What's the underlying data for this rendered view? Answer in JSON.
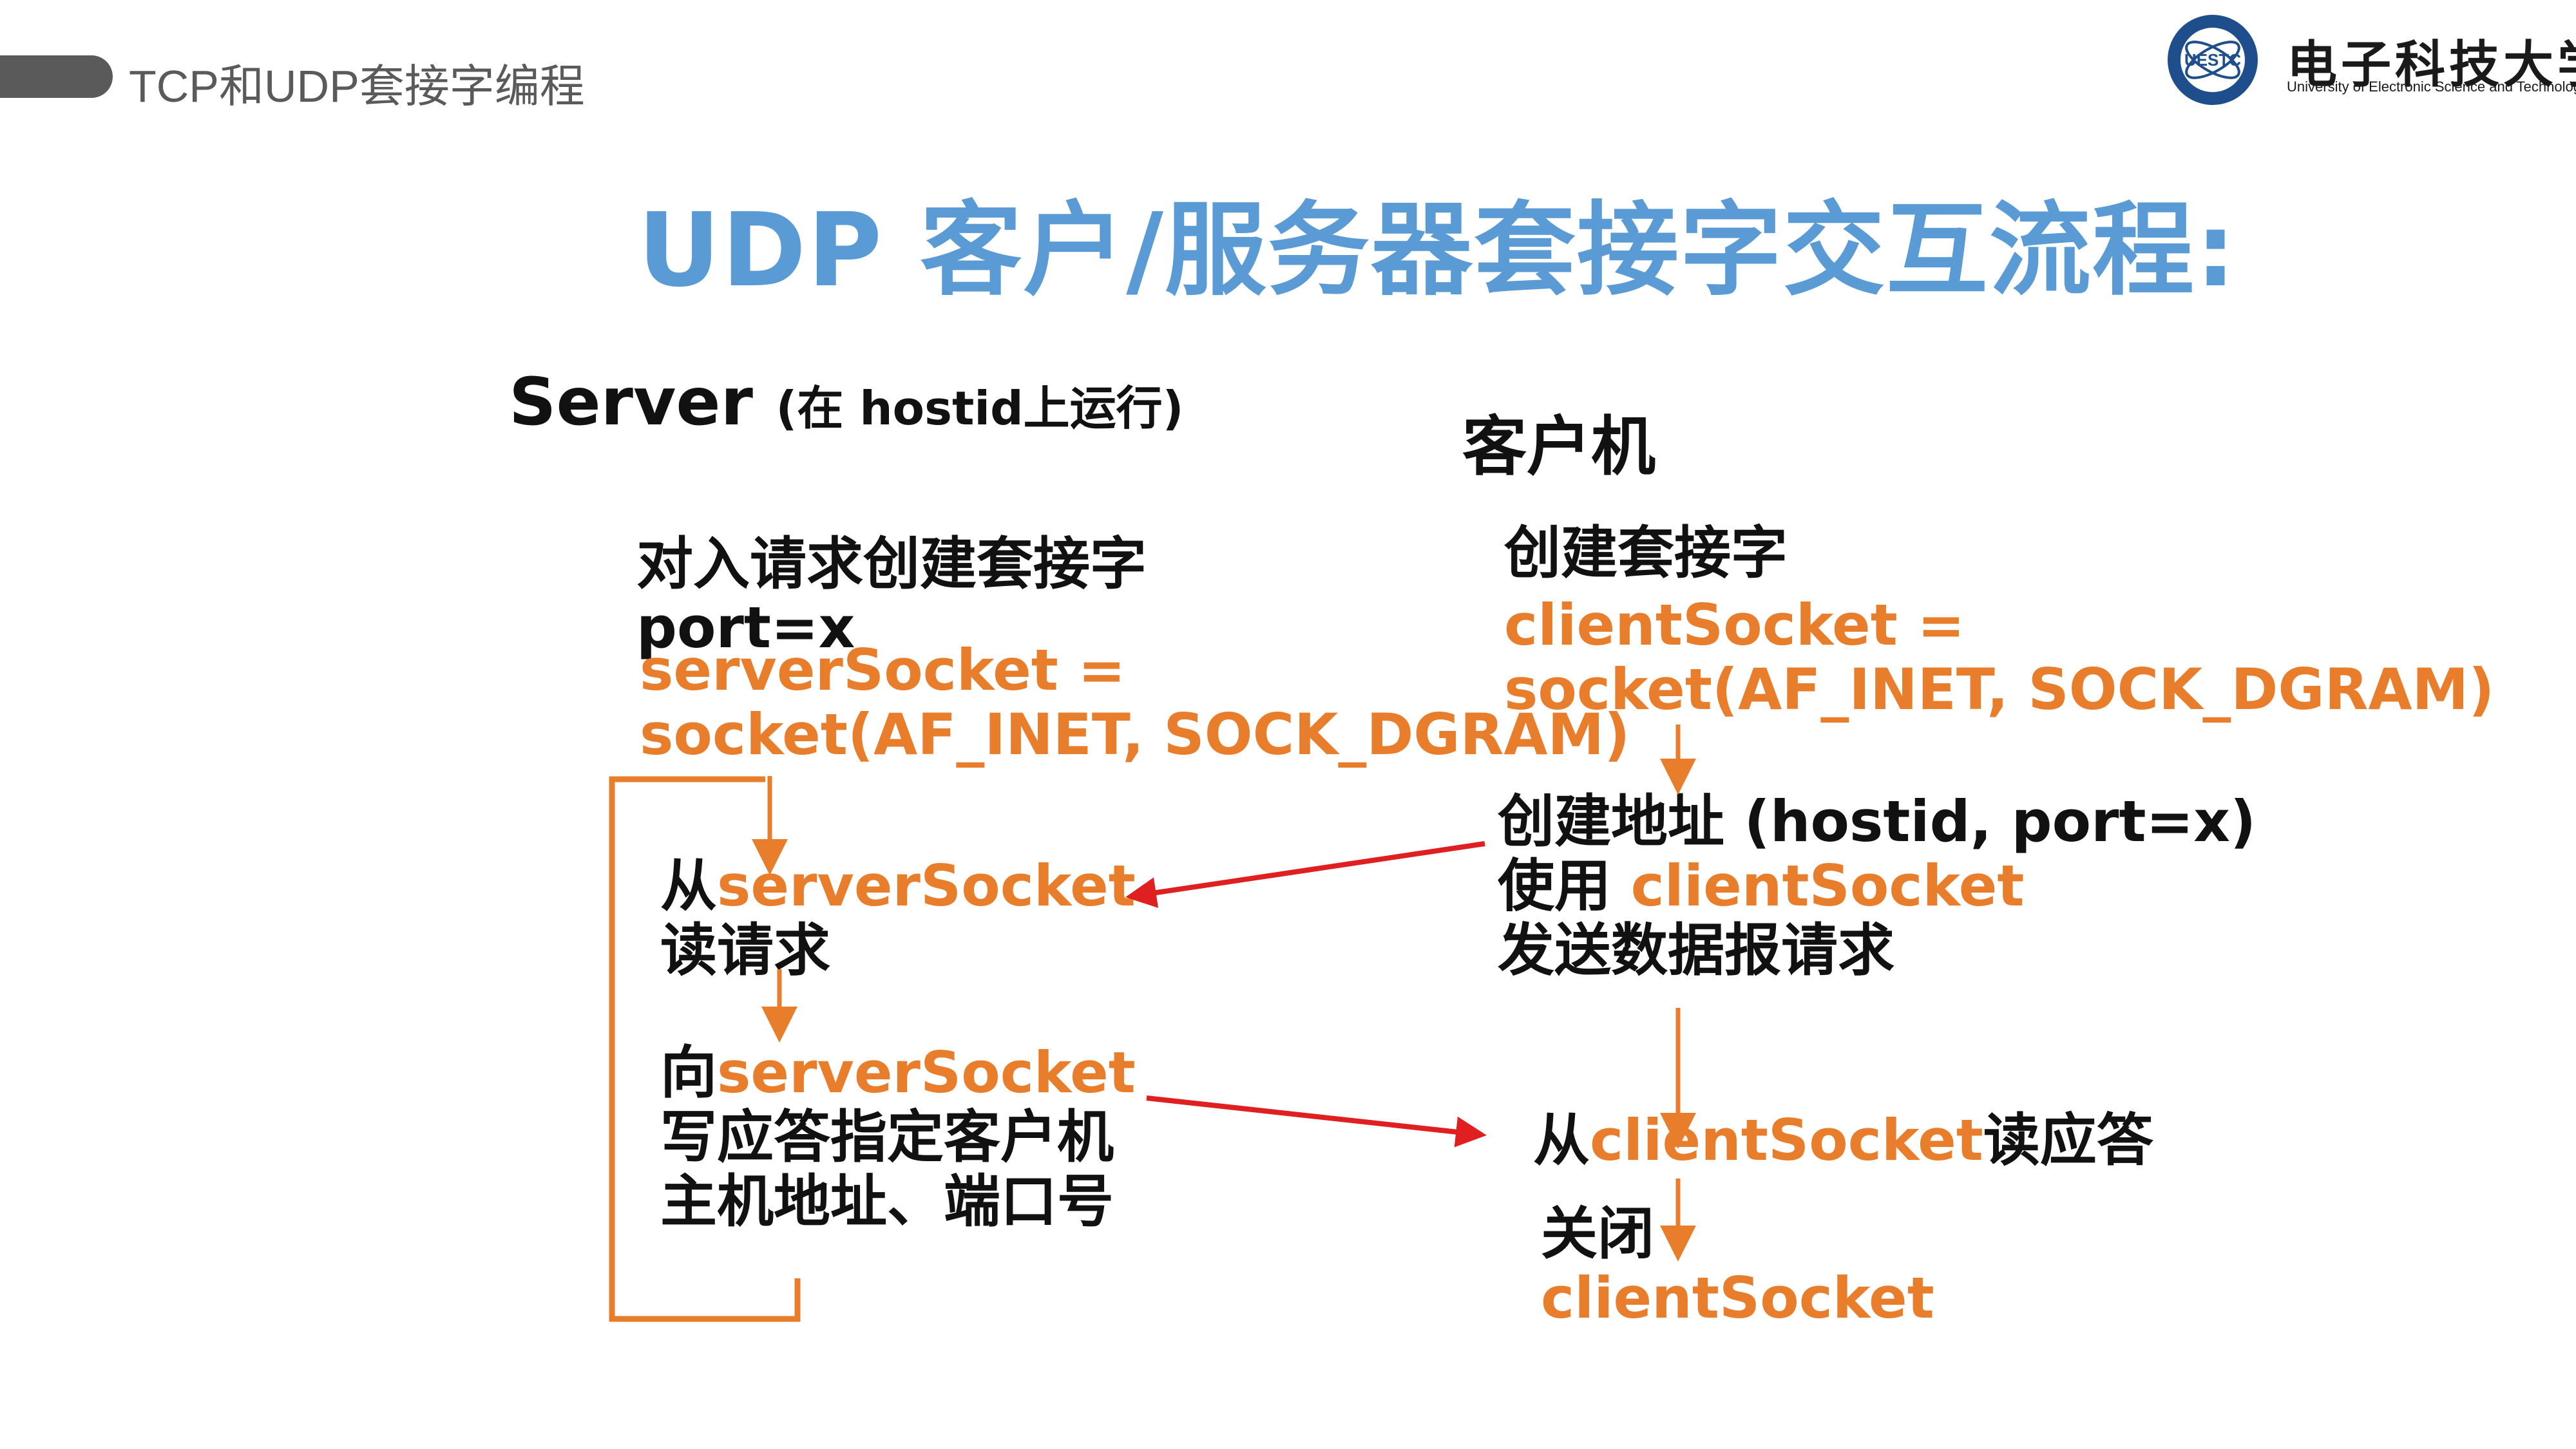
{
  "header": {
    "section_title": "TCP和UDP套接字编程"
  },
  "logo": {
    "seal_text": "UESTC",
    "name_cn": "电子科技大学",
    "name_en": "University of Electronic Science and Technology of China"
  },
  "title": "UDP 客户/服务器套接字交互流程:",
  "server": {
    "heading": "Server",
    "heading_note": "(在 hostid上运行)",
    "step1_line1": "对入请求创建套接字",
    "step1_line2": "port=x",
    "step1_code_line1": "serverSocket =",
    "step1_code_line2": "socket(AF_INET, SOCK_DGRAM)",
    "step2_prefix": "从",
    "step2_code": "serverSocket",
    "step2_line2": "读请求",
    "step3_prefix": "向",
    "step3_code": "serverSocket",
    "step3_line2": "写应答指定客户机",
    "step3_line3": "主机地址、端口号"
  },
  "client": {
    "heading": "客户机",
    "step1_line1": "创建套接字",
    "step1_code_line1": "clientSocket =",
    "step1_code_line2": "socket(AF_INET, SOCK_DGRAM)",
    "step2_line1": "创建地址 (hostid, port=x)",
    "step2_prefix": "使用 ",
    "step2_code": "clientSocket",
    "step2_line3": "发送数据报请求",
    "step3_prefix": "从",
    "step3_code": "clientSocket",
    "step3_suffix": "读应答",
    "step4_line1": "关闭",
    "step4_code": "clientSocket"
  },
  "colors": {
    "title_blue": "#5b9bd5",
    "code_orange": "#e87e2c",
    "flow_arrow": "#e87e2c",
    "message_arrow": "#e02020",
    "header_gray": "#5a5a5a"
  }
}
